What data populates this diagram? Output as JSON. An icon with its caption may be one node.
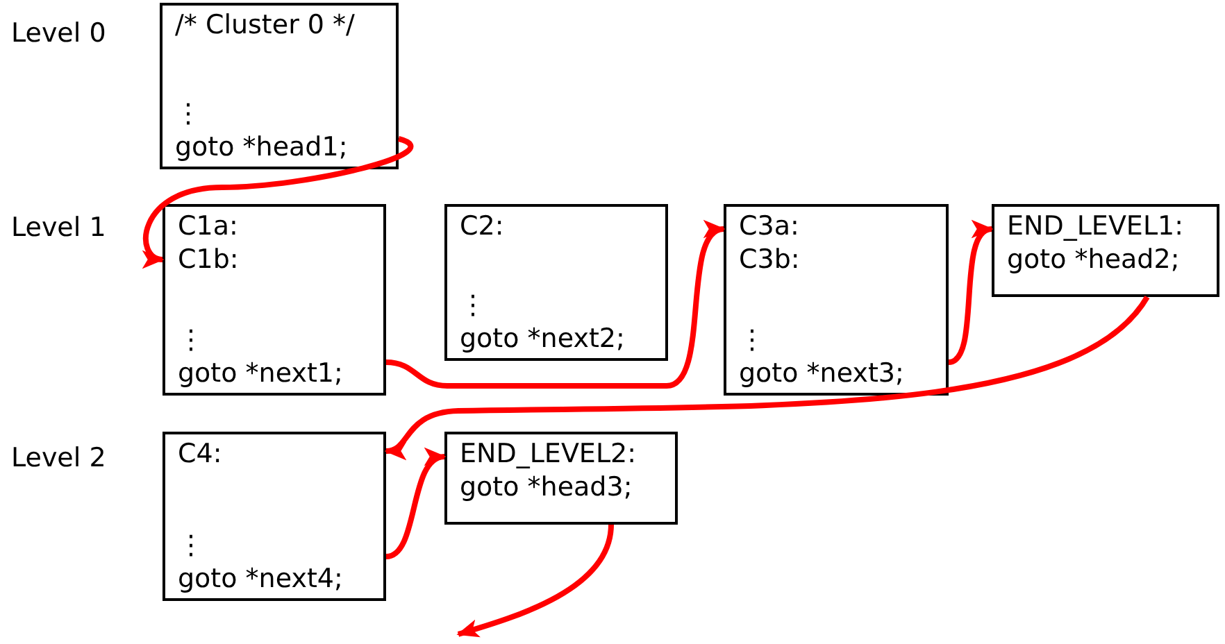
{
  "diagram": {
    "nodes": [
      {
        "text": [
          "/* Cluster 0 */",
          "⋮",
          "goto *head1;"
        ]
      },
      {
        "text": [
          "C1a:",
          "C1b:",
          "⋮",
          "goto *next1;"
        ]
      },
      {
        "text": [
          "C2:",
          "⋮",
          "goto *next2;"
        ]
      },
      {
        "text": [
          "C3a:",
          "C3b:",
          "⋮",
          "goto *next3;"
        ]
      },
      {
        "text": [
          "END_LEVEL1:",
          "goto *head2;"
        ]
      },
      {
        "text": [
          "C4:",
          "⋮",
          "goto *next4;"
        ]
      },
      {
        "text": [
          "END_LEVEL2:",
          "goto *head3;"
        ]
      }
    ],
    "edges": [
      {
        "from": 0,
        "to": 1,
        "arrow": "to"
      },
      {
        "from": 1,
        "to": 3,
        "arrow": "to"
      },
      {
        "from": 3,
        "to": 4,
        "arrow": "to"
      },
      {
        "from": 4,
        "to": 5,
        "arrow": "to"
      },
      {
        "from": 5,
        "to": 6,
        "arrow": "to"
      },
      {
        "from": 6,
        "to": null,
        "arrow": "to"
      }
    ],
    "labels": [
      "Level 0",
      "Level 1",
      "Level 2"
    ]
  }
}
